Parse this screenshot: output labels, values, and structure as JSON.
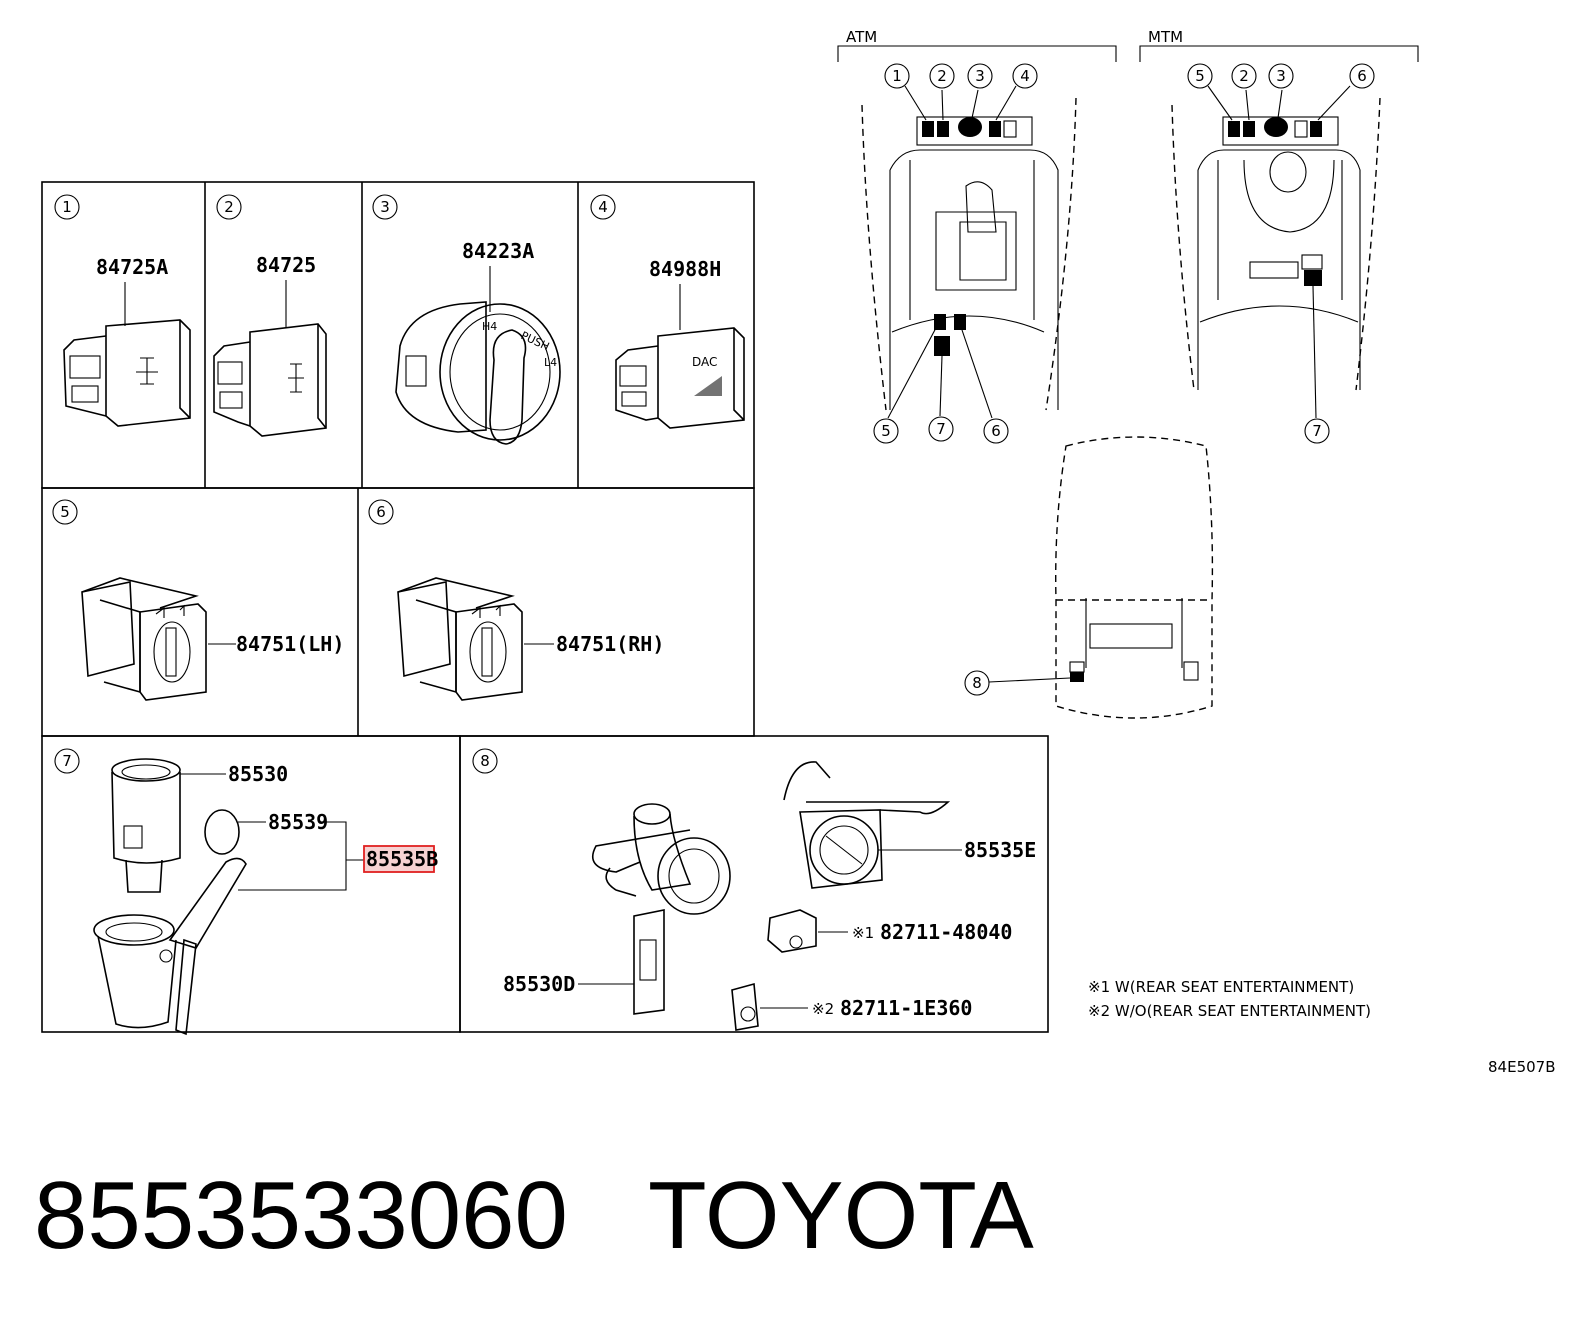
{
  "group_labels": {
    "atm": "ATM",
    "mtm": "MTM"
  },
  "callouts": [
    "1",
    "2",
    "3",
    "4",
    "5",
    "6",
    "7",
    "8"
  ],
  "parts": {
    "p1": "84725A",
    "p2": "84725",
    "p3": "84223A",
    "p4": "84988H",
    "p5": "84751(LH)",
    "p6": "84751(RH)",
    "p7a": "85530",
    "p7b": "85539",
    "p7c": "85535B",
    "p8a": "85535E",
    "p8b": "82711-48040",
    "p8c": "85530D",
    "p8d": "82711-1E360"
  },
  "notes": {
    "n1_mark": "※1",
    "n2_mark": "※2",
    "n1": "※1 W(REAR SEAT ENTERTAINMENT)",
    "n2": "※2 W/O(REAR SEAT ENTERTAINMENT)"
  },
  "dac_label": "DAC",
  "dial_labels": {
    "h4": "H4",
    "push": "PUSH",
    "l4": "L4"
  },
  "drawing_code": "84E507B",
  "footer": {
    "part_number": "8553533060",
    "brand": "TOYOTA"
  },
  "colors": {
    "highlight": "#e02020",
    "highlight_fill": "#f6d2d2"
  }
}
